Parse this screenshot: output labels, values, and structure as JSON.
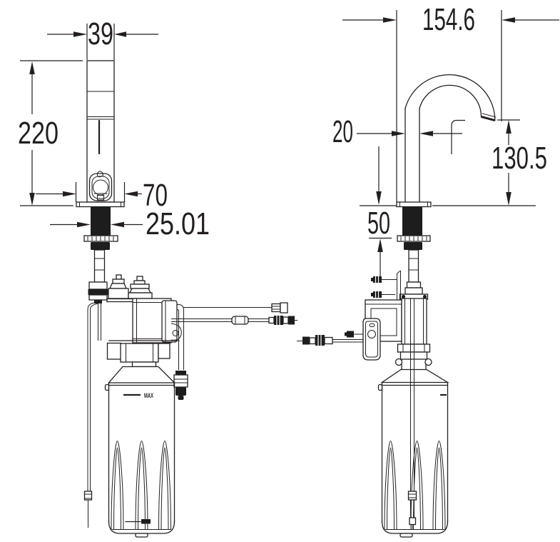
{
  "diagram": {
    "background_color": "#ffffff",
    "line_color": "#231f20",
    "views": {
      "front_view": {
        "dimensions": {
          "spout_width": "39",
          "height_above_deck": "220",
          "base_escutcheon_width": "70",
          "shank_diameter": "25.01"
        },
        "bottle_max_label": "MAX"
      },
      "side_view": {
        "dimensions": {
          "spout_reach": "154.6",
          "spout_tube_diameter": "20",
          "outlet_height": "130.5",
          "max_deck_thickness": "50"
        }
      }
    }
  }
}
